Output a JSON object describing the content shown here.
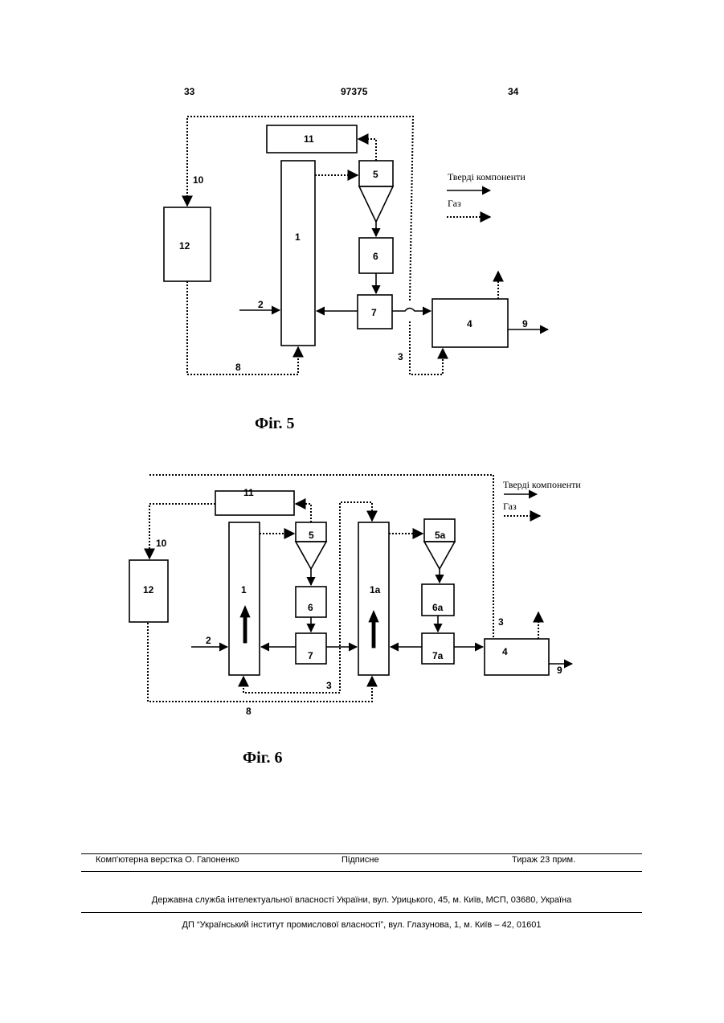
{
  "header": {
    "page_left": "33",
    "patent_number": "97375",
    "page_right": "34"
  },
  "fig5": {
    "caption": "Фіг. 5",
    "legend": {
      "solid": "Тверді компоненти",
      "gas": "Газ"
    },
    "blocks": {
      "b1": "1",
      "b4": "4",
      "b5": "5",
      "b6": "6",
      "b7": "7",
      "b11": "11",
      "b12": "12"
    },
    "streams": {
      "s2": "2",
      "s3": "3",
      "s8": "8",
      "s9": "9",
      "s10": "10"
    }
  },
  "fig6": {
    "caption": "Фіг. 6",
    "legend": {
      "solid": "Тверді компоненти",
      "gas": "Газ"
    },
    "blocks": {
      "b1": "1",
      "b1a": "1а",
      "b4": "4",
      "b5": "5",
      "b5a": "5а",
      "b6": "6",
      "b6a": "6а",
      "b7": "7",
      "b7a": "7а",
      "b11": "11",
      "b12": "12"
    },
    "streams": {
      "s2": "2",
      "s3a": "3",
      "s3b": "3",
      "s8": "8",
      "s9": "9",
      "s10": "10"
    }
  },
  "footer": {
    "layout": "Комп'ютерна верстка О. Гапоненко",
    "signed": "Підписне",
    "circulation": "Тираж 23 прим.",
    "office": "Державна служба інтелектуальної власності України, вул. Урицького, 45, м. Київ, МСП, 03680, Україна",
    "institute": "ДП “Український інститут промислової власності”, вул. Глазунова, 1, м. Київ – 42, 01601"
  }
}
